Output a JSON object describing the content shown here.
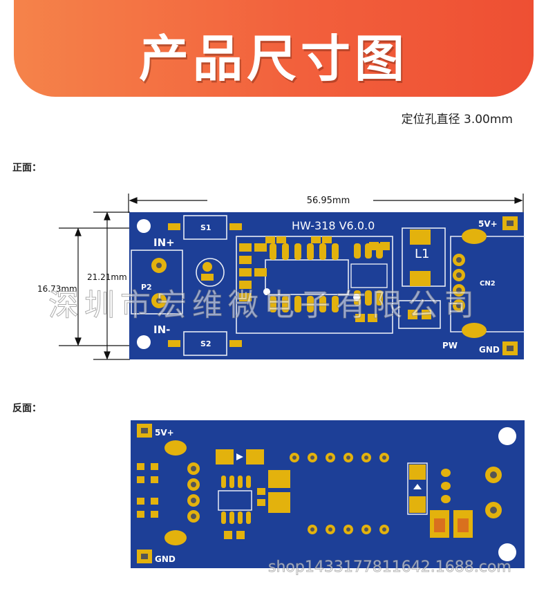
{
  "banner": {
    "title": "产品尺寸图"
  },
  "note": {
    "hole_diameter": "定位孔直径 3.00mm"
  },
  "front": {
    "label": "正面：",
    "dim_width": "56.95mm",
    "dim_height_outer": "21.21mm",
    "dim_height_inner": "16.73mm",
    "silk_in_plus": "IN+",
    "silk_in_minus": "IN-",
    "silk_s1": "S1",
    "silk_s2": "S2",
    "silk_model": "HW-318 V6.0.0",
    "silk_l1": "L1",
    "silk_5v": "5V+",
    "silk_cn2": "CN2",
    "silk_pw": "PW",
    "silk_gnd": "GND",
    "silk_p2": "P2"
  },
  "back": {
    "label": "反面：",
    "silk_5v": "5V+",
    "silk_gnd": "GND"
  },
  "watermark": "深圳市宏维微电子有限公司",
  "shop_mark": "shop1433177811642.1688.com",
  "colors": {
    "pcb": "#1d3f97",
    "pad": "#e3b20d",
    "banner": "#f2603c"
  }
}
